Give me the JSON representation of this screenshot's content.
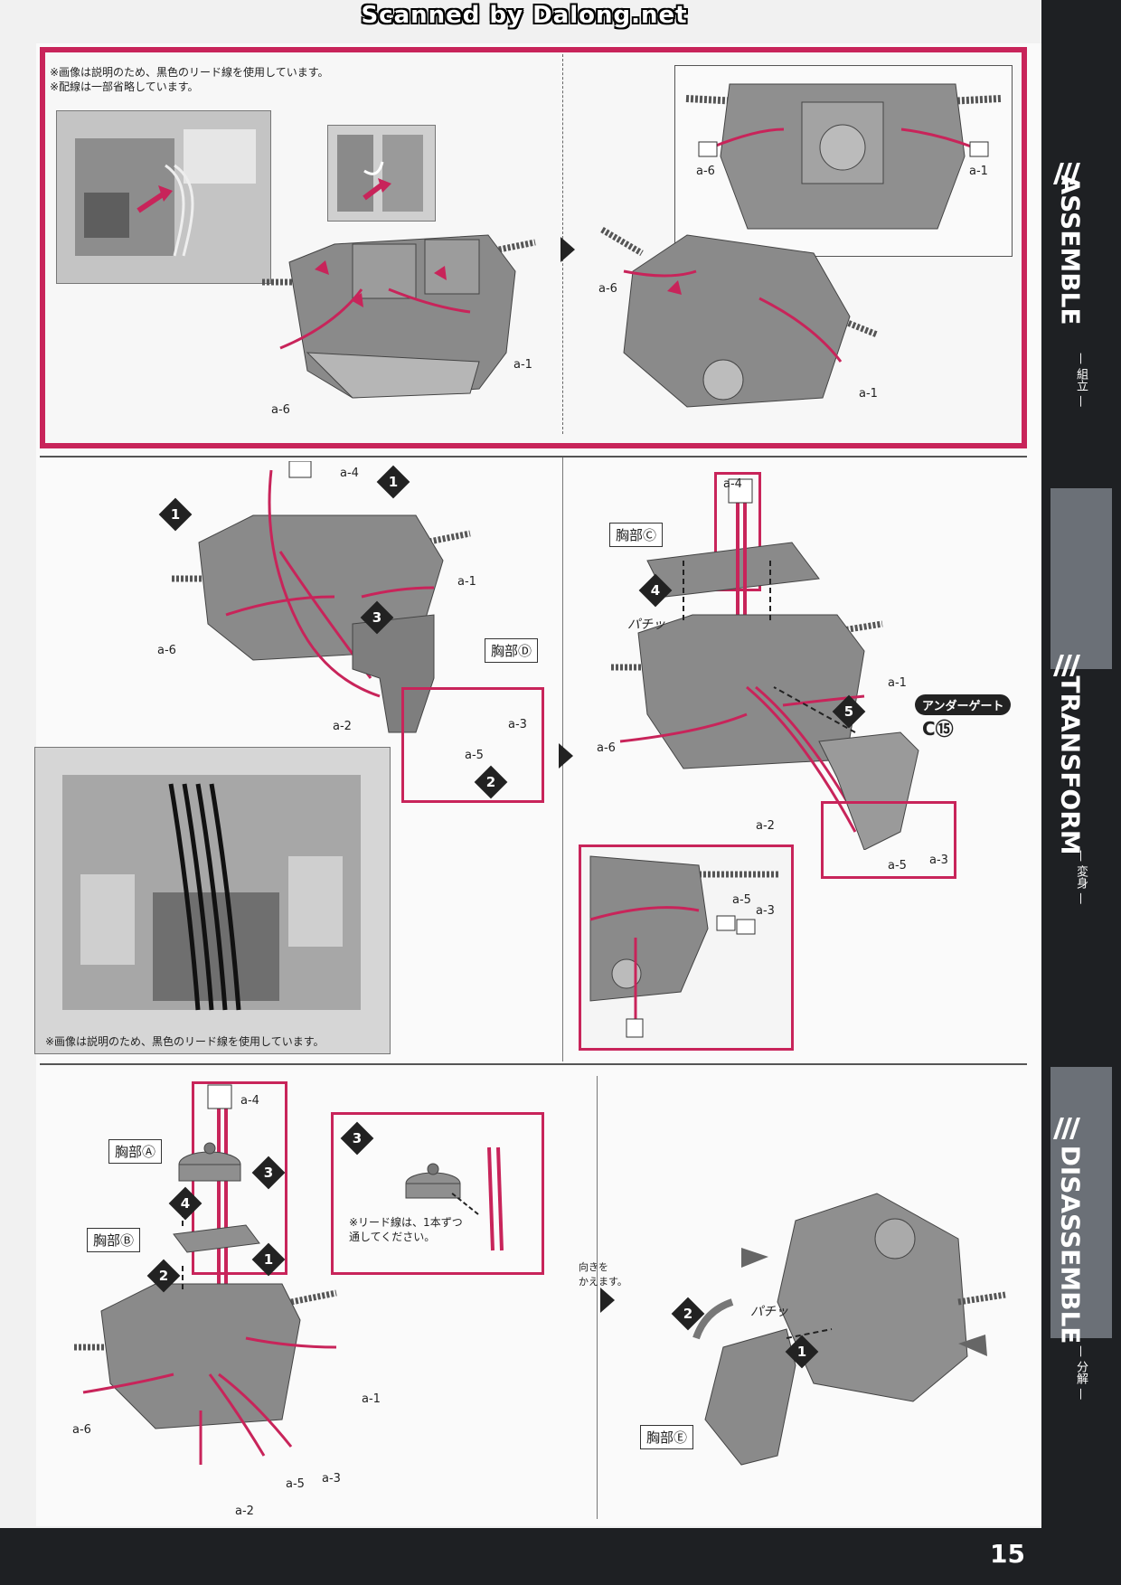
{
  "header": {
    "scan_credit": "Scanned by Dalong.net"
  },
  "sidebar": {
    "sections": [
      {
        "title": "ASSEMBLE",
        "sub": "— 組立 —"
      },
      {
        "title": "TRANSFORM",
        "sub": "— 変身 —"
      },
      {
        "title": "DISASSEMBLE",
        "sub": "— 分解 —"
      }
    ]
  },
  "page_number": "15",
  "panel1": {
    "notes": [
      "※画像は説明のため、黒色のリード線を使用しています。",
      "※配線は一部省略しています。"
    ],
    "leads": [
      "a-6",
      "a-1",
      "a-6",
      "a-1",
      "a-6",
      "a-1"
    ]
  },
  "panel2": {
    "part_label": "胸部Ⓓ",
    "leads": [
      "a-4",
      "a-1",
      "a-6",
      "a-2",
      "a-3",
      "a-5"
    ],
    "steps": [
      "1",
      "1",
      "3",
      "2"
    ],
    "photo_note": "※画像は説明のため、黒色のリード線を使用しています。"
  },
  "panel3": {
    "part_label": "胸部Ⓒ",
    "leads": [
      "a-4",
      "a-1",
      "a-6",
      "a-2",
      "a-5",
      "a-3",
      "a-5",
      "a-3"
    ],
    "steps": [
      "4",
      "5"
    ],
    "snap": "パチッ",
    "gate_badge": "アンダーゲート",
    "gate_code": "C⑮"
  },
  "panel4": {
    "part_a": "胸部Ⓐ",
    "part_b": "胸部Ⓑ",
    "leads": [
      "a-4",
      "a-1",
      "a-6",
      "a-5",
      "a-3",
      "a-2"
    ],
    "steps": [
      "3",
      "4",
      "1",
      "2"
    ],
    "inset_step": "3",
    "inset_note": "※リード線は、1本ずつ\n通してください。"
  },
  "panel5": {
    "turn_note": "向きを\nかえます。",
    "part_label": "胸部Ⓔ",
    "steps": [
      "2",
      "1"
    ],
    "snap": "パチッ"
  },
  "colors": {
    "accent": "#c8245a",
    "dark": "#1e2023",
    "sidebar_gray": "#6b7077",
    "part_gray": "#8a8a8a"
  }
}
